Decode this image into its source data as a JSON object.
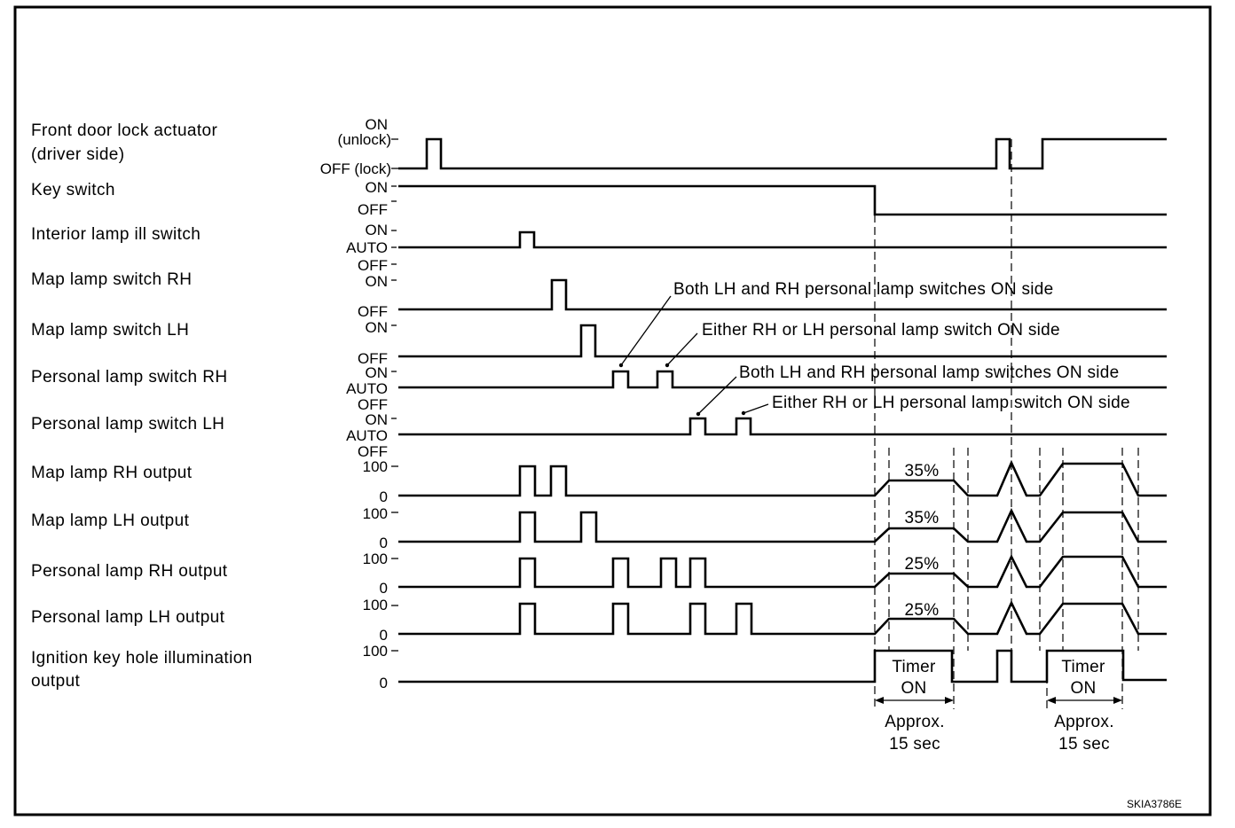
{
  "signals": [
    {
      "id": "door",
      "label_lines": [
        "Front door lock actuator",
        "(driver side)"
      ],
      "levels": [
        "ON",
        "(unlock)",
        "OFF (lock)"
      ]
    },
    {
      "id": "key",
      "label_lines": [
        "Key switch"
      ],
      "levels": [
        "ON",
        "OFF"
      ]
    },
    {
      "id": "interior",
      "label_lines": [
        "Interior lamp ill switch"
      ],
      "levels": [
        "ON",
        "AUTO",
        "OFF"
      ]
    },
    {
      "id": "maprh",
      "label_lines": [
        "Map lamp switch RH"
      ],
      "levels": [
        "ON",
        "OFF"
      ]
    },
    {
      "id": "maplh",
      "label_lines": [
        "Map lamp switch LH"
      ],
      "levels": [
        "ON",
        "OFF"
      ]
    },
    {
      "id": "psrh",
      "label_lines": [
        "Personal lamp switch RH"
      ],
      "levels": [
        "ON",
        "AUTO",
        "OFF"
      ]
    },
    {
      "id": "pslh",
      "label_lines": [
        "Personal lamp switch LH"
      ],
      "levels": [
        "ON",
        "AUTO",
        "OFF"
      ]
    },
    {
      "id": "maprhout",
      "label_lines": [
        "Map lamp RH output"
      ],
      "levels": [
        "100",
        "0"
      ]
    },
    {
      "id": "maplhout",
      "label_lines": [
        "Map lamp LH output"
      ],
      "levels": [
        "100",
        "0"
      ]
    },
    {
      "id": "prhout",
      "label_lines": [
        "Personal lamp RH output"
      ],
      "levels": [
        "100",
        "0"
      ]
    },
    {
      "id": "plhout",
      "label_lines": [
        "Personal lamp LH output"
      ],
      "levels": [
        "100",
        "0"
      ]
    },
    {
      "id": "ign",
      "label_lines": [
        "Ignition key hole illumination",
        "output"
      ],
      "levels": [
        "100",
        "0"
      ]
    }
  ],
  "annotations": {
    "both_rh": "Both LH and RH personal lamp switches ON side",
    "either_rh": "Either RH or LH personal lamp switch ON side",
    "both_lh": "Both LH and RH personal lamp switches ON side",
    "either_lh": "Either RH or LH personal lamp switch ON side"
  },
  "percentages": [
    "35%",
    "35%",
    "25%",
    "25%"
  ],
  "timer": {
    "line1": "Timer",
    "line2": "ON"
  },
  "duration": {
    "line1": "Approx.",
    "line2": "15 sec"
  },
  "figure_code": "SKIA3786E"
}
